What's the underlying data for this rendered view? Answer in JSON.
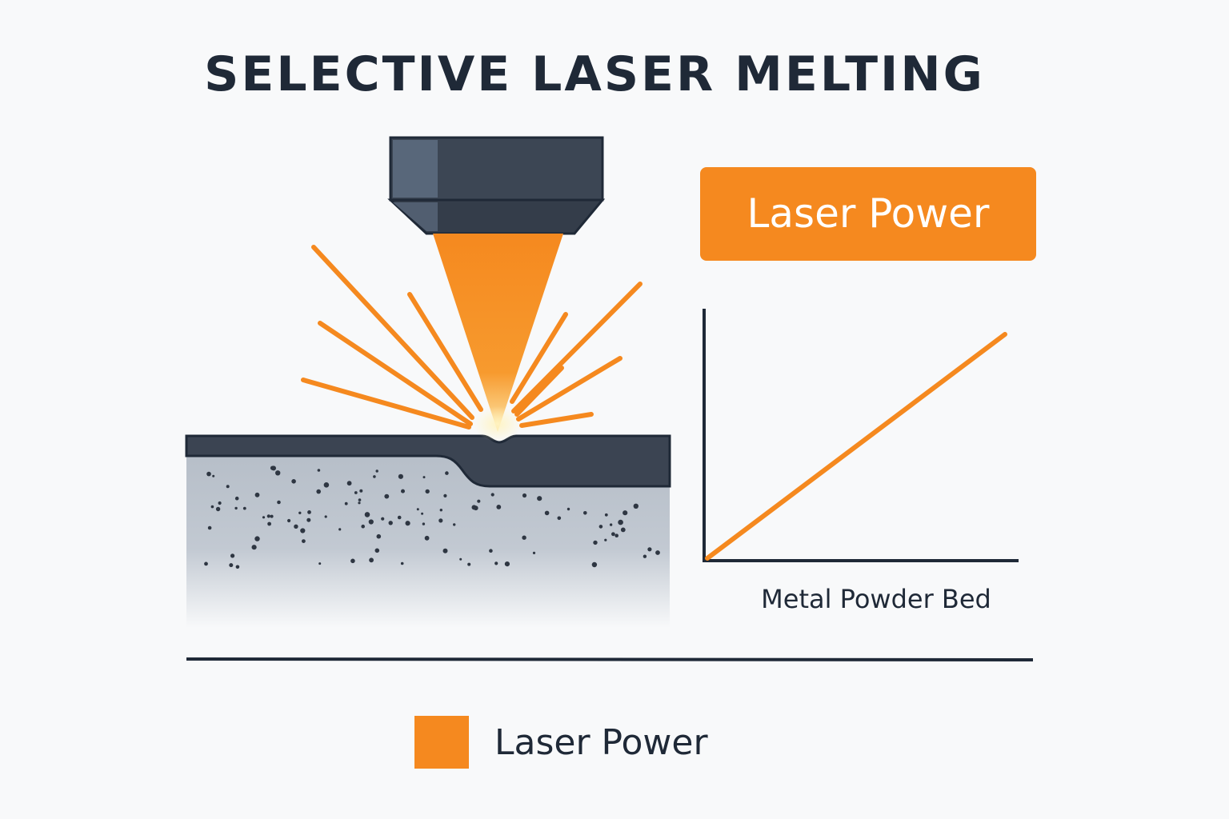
{
  "title": "SELECTIVE LASER MELTING",
  "badge": {
    "label": "Laser Power"
  },
  "axis": {
    "xlabel": "Metal Powder Bed"
  },
  "legend": {
    "label": "Laser Power"
  },
  "colors": {
    "accent": "#f5891f",
    "dark": "#1f2937",
    "nozzle": "#3c4654",
    "powder": "#b4bcc6"
  }
}
